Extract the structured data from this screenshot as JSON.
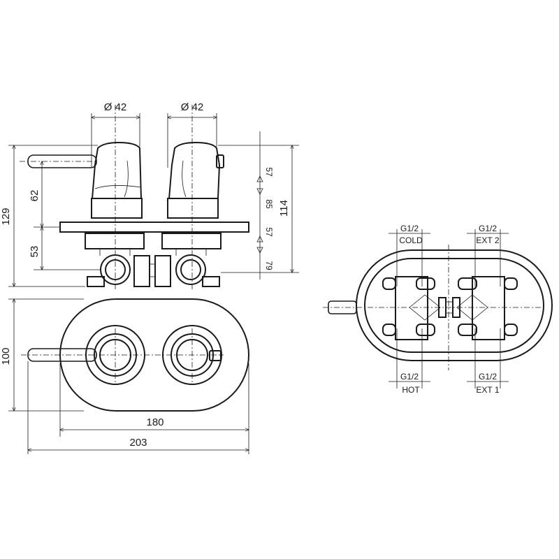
{
  "dimensions": {
    "dia_left": "Ø 42",
    "dia_right": "Ø 42",
    "h129": "129",
    "h62": "62",
    "h53": "53",
    "h114": "114",
    "h57_top": "57",
    "h85": "85",
    "h57_bot": "57",
    "h79": "79",
    "h100": "100",
    "w180": "180",
    "w203": "203"
  },
  "ports": {
    "top_left_thread": "G1/2",
    "top_left_name": "COLD",
    "top_right_thread": "G1/2",
    "top_right_name": "EXT 2",
    "bottom_left_thread": "G1/2",
    "bottom_left_name": "HOT",
    "bottom_right_thread": "G1/2",
    "bottom_right_name": "EXT 1"
  }
}
